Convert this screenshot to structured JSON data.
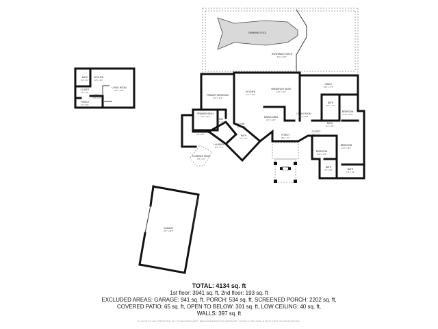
{
  "summary": {
    "total": "TOTAL: 4134 sq. ft",
    "floors": "1st floor: 3941 sq. ft, 2nd floor: 193 sq. ft",
    "excluded_areas": "EXCLUDED AREAS: GARAGE: 941 sq. ft, PORCH: 534 sq. ft, SCREENED PORCH: 2202 sq. ft,",
    "covered": "COVERED PATIO: 65 sq. ft, OPEN TO BELOW: 301 sq. ft, LOW CEILING: 40 sq. ft,",
    "walls": "WALLS: 397 sq. ft",
    "footnote": "FLOOR PLAN CREATED BY CUBICASA APP. MEASUREMENTS DEEMED HIGHLY RELIABLE BUT NOT GUARANTEED."
  },
  "rooms": {
    "swimming_pool": {
      "name": "SWIMMING POOL",
      "dim": ""
    },
    "screened_porch": {
      "name": "SCREENED PORCH",
      "dim": "60'1\" x 34'7\""
    },
    "primary_bedroom": {
      "name": "PRIMARY BEDROOM",
      "dim": "17'4\" x 14'3\""
    },
    "kitchen": {
      "name": "KITCHEN",
      "dim": "17'1\" x 11'6\""
    },
    "breakfast_nook": {
      "name": "BREAKFAST NOOK",
      "dim": "11'4\" x 11'2\""
    },
    "family": {
      "name": "FAMILY",
      "dim": "29'4\" x 17'5\""
    },
    "living_room": {
      "name": "LIVING ROOM",
      "dim": "16'2\" x 19'7\""
    },
    "dining_area": {
      "name": "DINING AREA",
      "dim": "14'1\" x 11'6\""
    },
    "bath_1": {
      "name": "BATH",
      "dim": "11'4\" x 7'5\""
    },
    "bedroom_1": {
      "name": "BEDROOM",
      "dim": "13'11\" x 12'6\""
    },
    "bath_2": {
      "name": "BATH",
      "dim": "8'3\" x 4'8\""
    },
    "primary_bath": {
      "name": "PRIMARY BATH",
      "dim": "14'2\" x 12'0\""
    },
    "wic": {
      "name": "WIC",
      "dim": "6'2\" x 6'2\""
    },
    "foyer": {
      "name": "FOYER",
      "dim": "9'8\" x 9'5\""
    },
    "laundry": {
      "name": "LAUNDRY",
      "dim": "10'3\" x 7'2\""
    },
    "bath_3": {
      "name": "BATH",
      "dim": "8'4\" x 4'1\""
    },
    "covered_patio": {
      "name": "COVERED PATIO",
      "dim": "8'8\" x 8'4\""
    },
    "porch": {
      "name": "PORCH",
      "dim": "18'2\" x 6'3\""
    },
    "office": {
      "name": "OFFICE",
      "dim": "9'6\" x 6'8\""
    },
    "bedroom_2": {
      "name": "BEDROOM",
      "dim": "13'0\" x 12'0\""
    },
    "bedroom_3": {
      "name": "BEDROOM",
      "dim": "12'3\" x 12'4\""
    },
    "bath_4": {
      "name": "BATH",
      "dim": "5'3\" x 8'5\""
    },
    "bath_5": {
      "name": "BATH",
      "dim": "7'11\" x 4'9\""
    },
    "closet": {
      "name": "CLOSET",
      "dim": "4'0\" x 3'7\""
    },
    "stoop": {
      "name": "STOOP",
      "dim": "9'3\" x 4'3\""
    },
    "upper_bath": {
      "name": "BATH",
      "dim": "8'0\" x 5'0\""
    },
    "upper_kitchen": {
      "name": "KITCHEN",
      "dim": "10'5\" x 8'0\""
    },
    "upper_living": {
      "name": "LIVING ROOM",
      "dim": "16'0\" x 12'5\""
    },
    "upper_closet": {
      "name": "CLOSET",
      "dim": "3'5\" x 3'0\""
    },
    "upper_hall": {
      "name": "HALL",
      "dim": "6'0\" x 3'0\""
    },
    "upper_porch": {
      "name": "PORCH",
      "dim": "6'2\" x 3'0\""
    },
    "garage": {
      "name": "GARAGE",
      "dim": "29'7\" x 28'9\""
    }
  }
}
